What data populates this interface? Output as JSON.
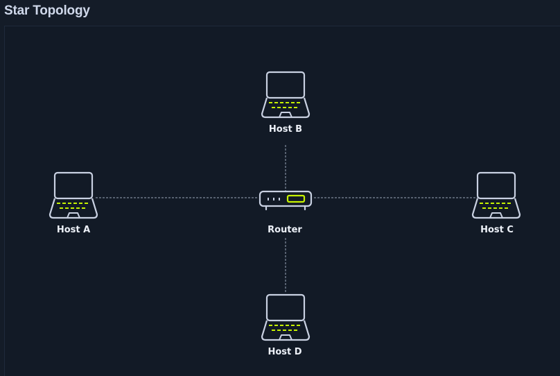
{
  "title": "Star Topology",
  "colors": {
    "background": "#141c28",
    "canvas": "#121a26",
    "stroke": "#c9d1e2",
    "accent": "#c6f200",
    "link": "#9aa6b8"
  },
  "nodes": [
    {
      "id": "host-b",
      "label": "Host B",
      "icon": "laptop-icon"
    },
    {
      "id": "host-a",
      "label": "Host A",
      "icon": "laptop-icon"
    },
    {
      "id": "router",
      "label": "Router",
      "icon": "router-icon"
    },
    {
      "id": "host-c",
      "label": "Host C",
      "icon": "laptop-icon"
    },
    {
      "id": "host-d",
      "label": "Host D",
      "icon": "laptop-icon"
    }
  ],
  "links": [
    {
      "from": "router",
      "to": "host-b",
      "style": "dashed"
    },
    {
      "from": "router",
      "to": "host-a",
      "style": "dashed"
    },
    {
      "from": "router",
      "to": "host-c",
      "style": "dashed"
    },
    {
      "from": "router",
      "to": "host-d",
      "style": "dashed"
    }
  ]
}
